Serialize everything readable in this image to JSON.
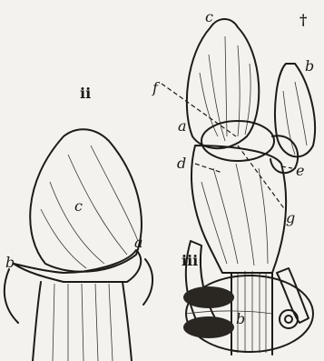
{
  "figures": [
    {
      "numeral": "†",
      "labels": {
        "c": "c",
        "b": "b",
        "f": "f",
        "a": "a",
        "d": "d",
        "e": "e",
        "g": "g"
      }
    },
    {
      "numeral": "ii",
      "labels": {
        "c": "c",
        "b": "b",
        "a": "a"
      }
    },
    {
      "numeral": "iii",
      "labels": {
        "b": "b"
      }
    }
  ]
}
